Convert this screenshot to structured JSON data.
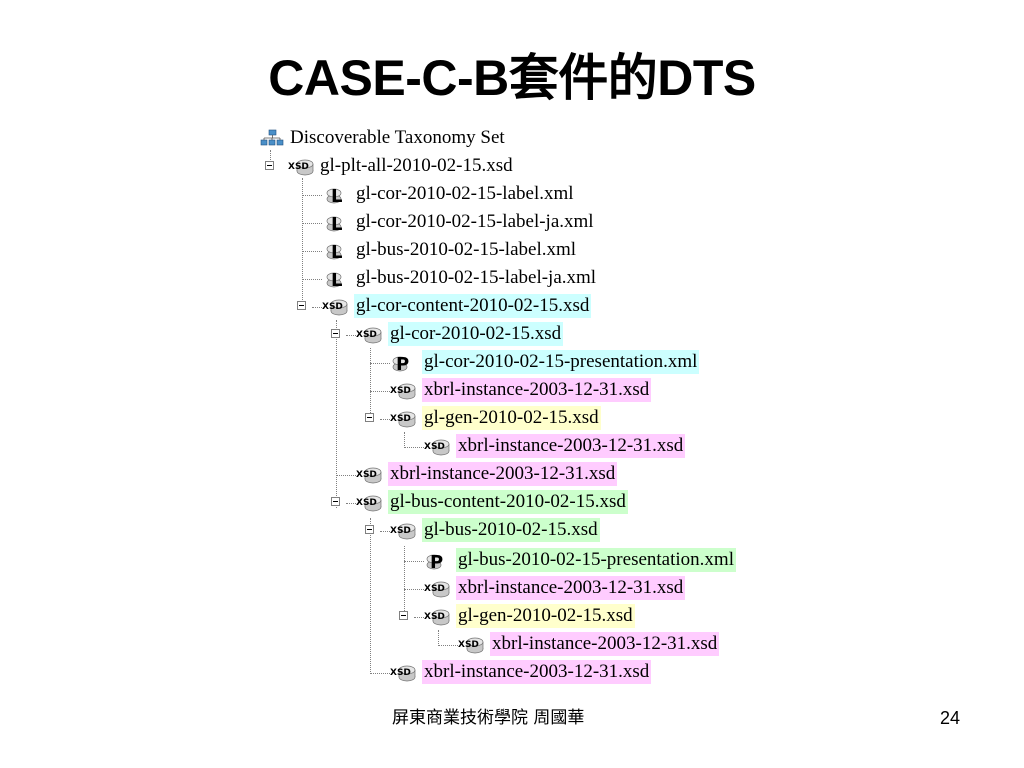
{
  "slide": {
    "title": "CASE-C-B套件的DTS",
    "footer": "屏東商業技術學院  周國華",
    "page_number": "24"
  },
  "tree": {
    "root_label": "Discoverable Taxonomy Set",
    "nodes": [
      {
        "label": "gl-plt-all-2010-02-15.xsd",
        "icon": "xsd-icon",
        "highlight": "none"
      },
      {
        "label": "gl-cor-2010-02-15-label.xml",
        "icon": "label-icon",
        "highlight": "none"
      },
      {
        "label": "gl-cor-2010-02-15-label-ja.xml",
        "icon": "label-icon",
        "highlight": "none"
      },
      {
        "label": "gl-bus-2010-02-15-label.xml",
        "icon": "label-icon",
        "highlight": "none"
      },
      {
        "label": "gl-bus-2010-02-15-label-ja.xml",
        "icon": "label-icon",
        "highlight": "none"
      },
      {
        "label": "gl-cor-content-2010-02-15.xsd",
        "icon": "xsd-icon",
        "highlight": "cyan"
      },
      {
        "label": "gl-cor-2010-02-15.xsd",
        "icon": "xsd-icon",
        "highlight": "cyan"
      },
      {
        "label": "gl-cor-2010-02-15-presentation.xml",
        "icon": "presentation-icon",
        "highlight": "cyan"
      },
      {
        "label": "xbrl-instance-2003-12-31.xsd",
        "icon": "xsd-icon",
        "highlight": "pink"
      },
      {
        "label": "gl-gen-2010-02-15.xsd",
        "icon": "xsd-icon",
        "highlight": "yellow"
      },
      {
        "label": "xbrl-instance-2003-12-31.xsd",
        "icon": "xsd-icon",
        "highlight": "pink"
      },
      {
        "label": "xbrl-instance-2003-12-31.xsd",
        "icon": "xsd-icon",
        "highlight": "pink"
      },
      {
        "label": "gl-bus-content-2010-02-15.xsd",
        "icon": "xsd-icon",
        "highlight": "green"
      },
      {
        "label": "gl-bus-2010-02-15.xsd",
        "icon": "xsd-icon",
        "highlight": "green"
      },
      {
        "label": "gl-bus-2010-02-15-presentation.xml",
        "icon": "presentation-icon",
        "highlight": "green"
      },
      {
        "label": "xbrl-instance-2003-12-31.xsd",
        "icon": "xsd-icon",
        "highlight": "pink"
      },
      {
        "label": "gl-gen-2010-02-15.xsd",
        "icon": "xsd-icon",
        "highlight": "yellow"
      },
      {
        "label": "xbrl-instance-2003-12-31.xsd",
        "icon": "xsd-icon",
        "highlight": "pink"
      },
      {
        "label": "xbrl-instance-2003-12-31.xsd",
        "icon": "xsd-icon",
        "highlight": "pink"
      }
    ]
  },
  "colors": {
    "cyan": "#ccffff",
    "pink": "#ffccff",
    "yellow": "#ffffcc",
    "green": "#ccffcc"
  }
}
